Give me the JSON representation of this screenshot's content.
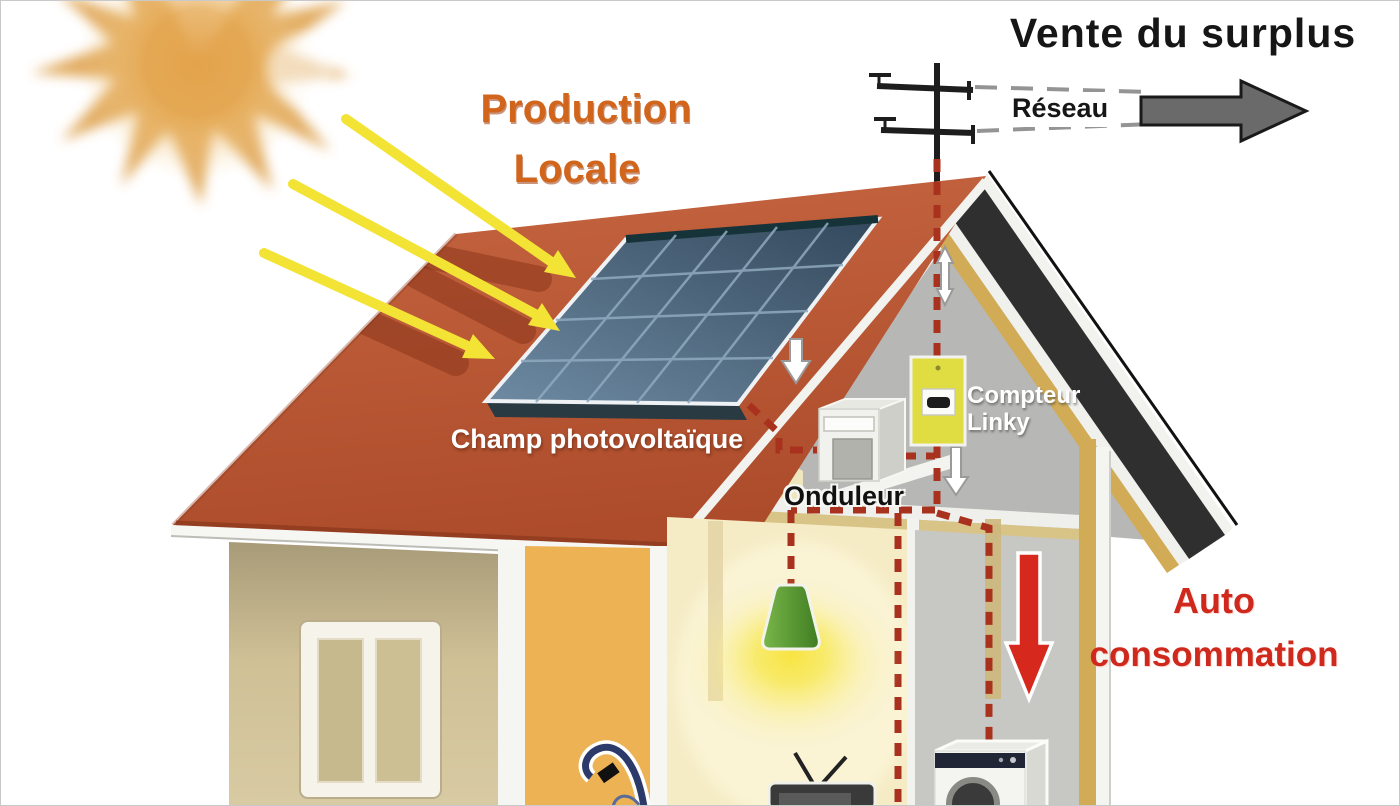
{
  "labels": {
    "sale_title": "Vente du surplus",
    "production_line1": "Production",
    "production_line2": "Locale",
    "grid": "Réseau",
    "pv_field": "Champ photovoltaïque",
    "inverter": "Onduleur",
    "meter_line1": "Compteur",
    "meter_line2": "Linky",
    "self_line1": "Auto",
    "self_line2": "consommation"
  },
  "colors": {
    "roof_red": "#bc5837",
    "panel_blue": "#41586e",
    "panel_grid_line": "#8fa9bf",
    "sun_orange": "#dd9d44",
    "ray_yellow": "#f2e335",
    "wire_red": "#a8321e",
    "meter_yellow": "#dfdd42",
    "lamp_green": "#5f9e33",
    "self_arrow_red": "#d6281c",
    "arrow_gray": "#6a6a6a",
    "text_orange": "#d2651c",
    "text_red": "#ce291c",
    "text_black": "#161616",
    "wall_beige": "#cfc096",
    "wall_orange": "#ecb254",
    "room_cream": "#f5ecc6",
    "room_gray": "#c7c7c3",
    "beam_gold": "#d1ab56",
    "dark_roof": "#2f2f2f"
  },
  "components": [
    "sun",
    "sun-rays",
    "local-production-label",
    "red-roof",
    "solar-panel",
    "pv-field-label",
    "utility-pole",
    "grid-wires",
    "reseau-label",
    "surplus-sale-label",
    "grid-export-arrow",
    "gable-attic",
    "inverter-box",
    "inverter-label",
    "linky-meter",
    "linky-label",
    "red-dashed-circuit",
    "flow-arrows",
    "self-consumption-label",
    "self-consumption-arrow",
    "pendant-lamp",
    "tv",
    "washing-machine",
    "vacuum-cleaner",
    "house-window",
    "house-walls"
  ]
}
